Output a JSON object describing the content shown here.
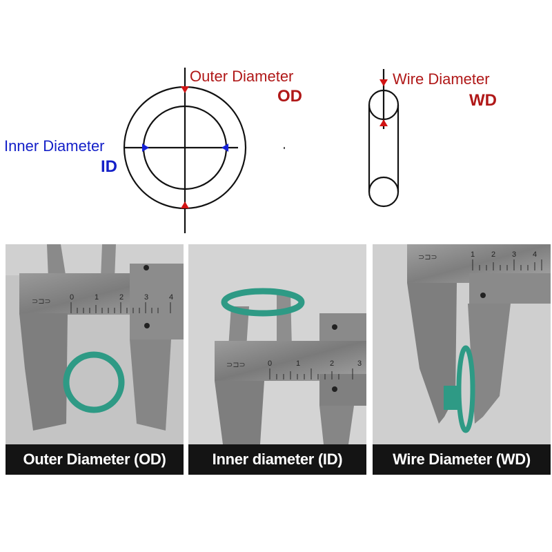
{
  "diagram": {
    "od_label": "Outer Diameter",
    "od_abbr": "OD",
    "id_label": "Inner Diameter",
    "id_abbr": "ID",
    "wd_label": "Wire Diameter",
    "wd_abbr": "WD",
    "colors": {
      "od": "#b01818",
      "id": "#1420c8",
      "wd": "#b01818",
      "line": "#111111"
    }
  },
  "photos": [
    {
      "caption": "Outer Diameter (OD)",
      "scale_numbers": [
        "0",
        "1",
        "2",
        "3",
        "4"
      ]
    },
    {
      "caption": "Inner diameter (ID)",
      "scale_numbers": [
        "0",
        "1",
        "2",
        "3"
      ]
    },
    {
      "caption": "Wire Diameter (WD)",
      "scale_numbers": [
        "1",
        "2",
        "3",
        "4"
      ]
    }
  ],
  "ring_color": "#2e9a85"
}
